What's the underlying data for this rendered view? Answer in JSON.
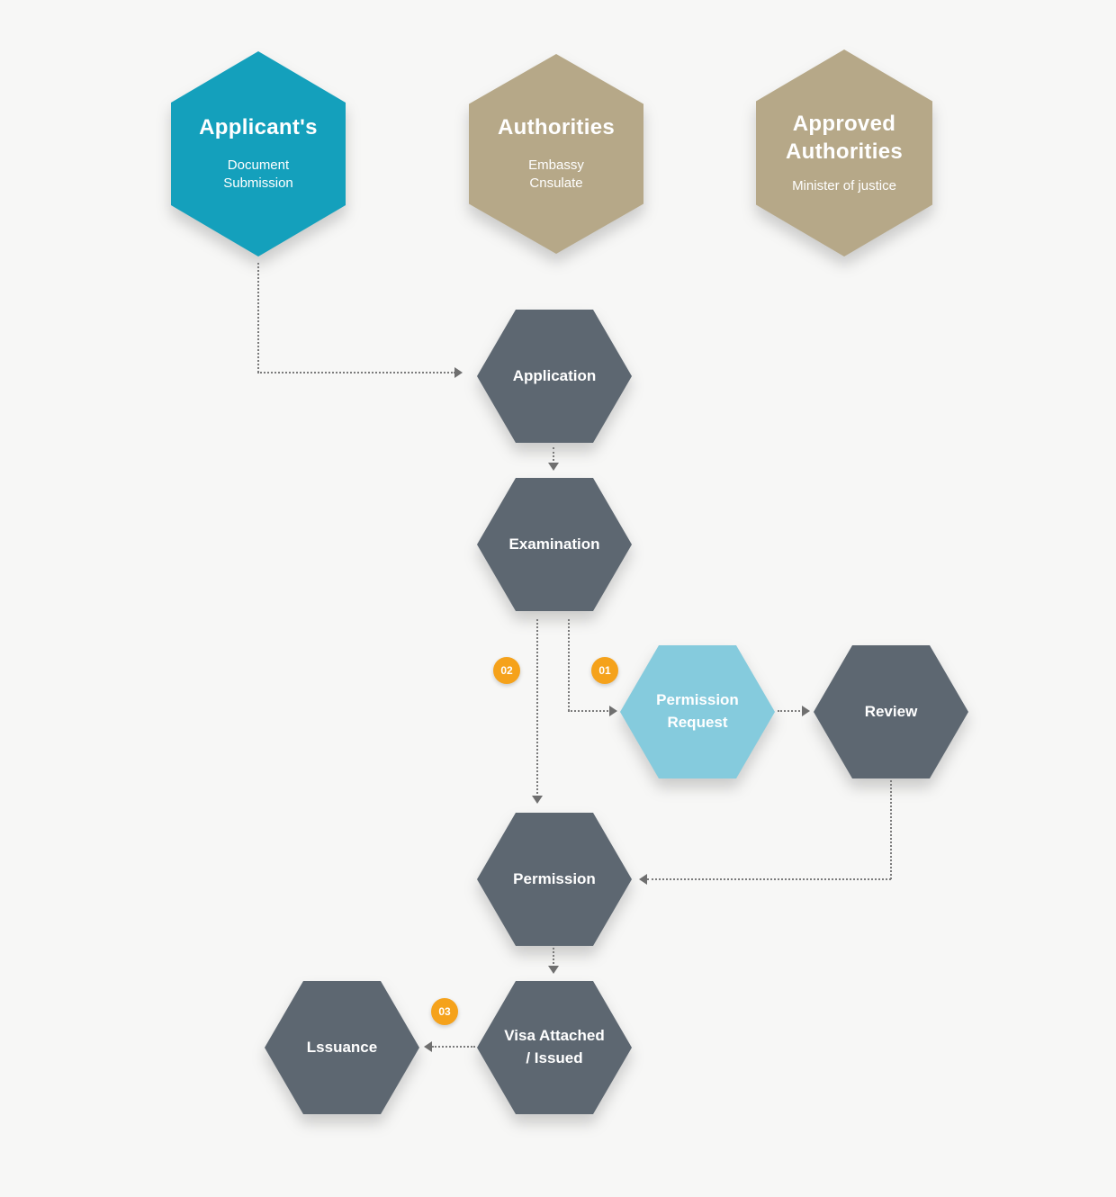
{
  "diagram": {
    "background": "#f7f7f6",
    "colors": {
      "applicant_hex": "#14a0bc",
      "authority_hex": "#b6a888",
      "process_hex": "#5d6771",
      "highlight_hex": "#85cbdd",
      "badge": "#f5a21b",
      "connector": "#7b7b7b"
    },
    "headers": [
      {
        "id": "applicants",
        "title": "Applicant's",
        "subtitle_line1": "Document",
        "subtitle_line2": "Submission"
      },
      {
        "id": "authorities",
        "title": "Authorities",
        "subtitle_line1": "Embassy",
        "subtitle_line2": "Cnsulate"
      },
      {
        "id": "approved-authorities",
        "title_line1": "Approved",
        "title_line2": "Authorities",
        "subtitle": "Minister of justice"
      }
    ],
    "nodes": [
      {
        "id": "application",
        "label": "Application"
      },
      {
        "id": "examination",
        "label": "Examination"
      },
      {
        "id": "permission-request",
        "label_line1": "Permission",
        "label_line2": "Request"
      },
      {
        "id": "review",
        "label": "Review"
      },
      {
        "id": "permission",
        "label": "Permission"
      },
      {
        "id": "visa-attached-issued",
        "label_line1": "Visa Attached",
        "label_line2": "/ Issued"
      },
      {
        "id": "issuance",
        "label": "Lssuance"
      }
    ],
    "badges": [
      {
        "id": "step-02",
        "label": "02"
      },
      {
        "id": "step-01",
        "label": "01"
      },
      {
        "id": "step-03",
        "label": "03"
      }
    ]
  }
}
